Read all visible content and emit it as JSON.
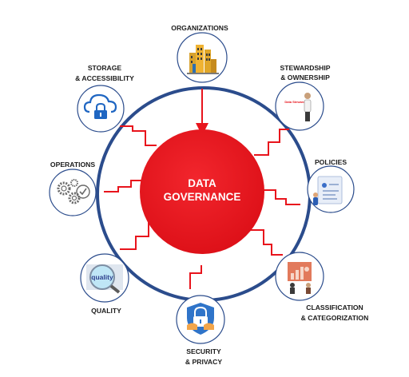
{
  "center": {
    "line1": "DATA",
    "line2": "GOVERNANCE"
  },
  "nodes": [
    {
      "id": "organizations",
      "lines": [
        "ORGANIZATIONS"
      ],
      "icon": "buildings-icon"
    },
    {
      "id": "stewardship",
      "lines": [
        "STEWARDSHIP",
        "& OWNERSHIP"
      ],
      "icon": "data-steward-icon",
      "badge": "Data Steward"
    },
    {
      "id": "policies",
      "lines": [
        "POLICIES"
      ],
      "icon": "policy-document-icon"
    },
    {
      "id": "classification",
      "lines": [
        "CLASSIFICATION",
        "& CATEGORIZATION"
      ],
      "icon": "analytics-board-icon"
    },
    {
      "id": "security",
      "lines": [
        "SECURITY",
        "& PRIVACY"
      ],
      "icon": "padlock-shield-icon"
    },
    {
      "id": "quality",
      "lines": [
        "QUALITY"
      ],
      "icon": "magnifier-quality-icon",
      "badge": "quality"
    },
    {
      "id": "operations",
      "lines": [
        "OPERATIONS"
      ],
      "icon": "gears-icon"
    },
    {
      "id": "storage",
      "lines": [
        "STORAGE",
        "& ACCESSIBILITY"
      ],
      "icon": "cloud-lock-icon"
    }
  ],
  "colors": {
    "ring": "#2b4c8c",
    "hub": "#e8141c",
    "connector": "#e8141c",
    "node_border": "#2b4c8c"
  }
}
